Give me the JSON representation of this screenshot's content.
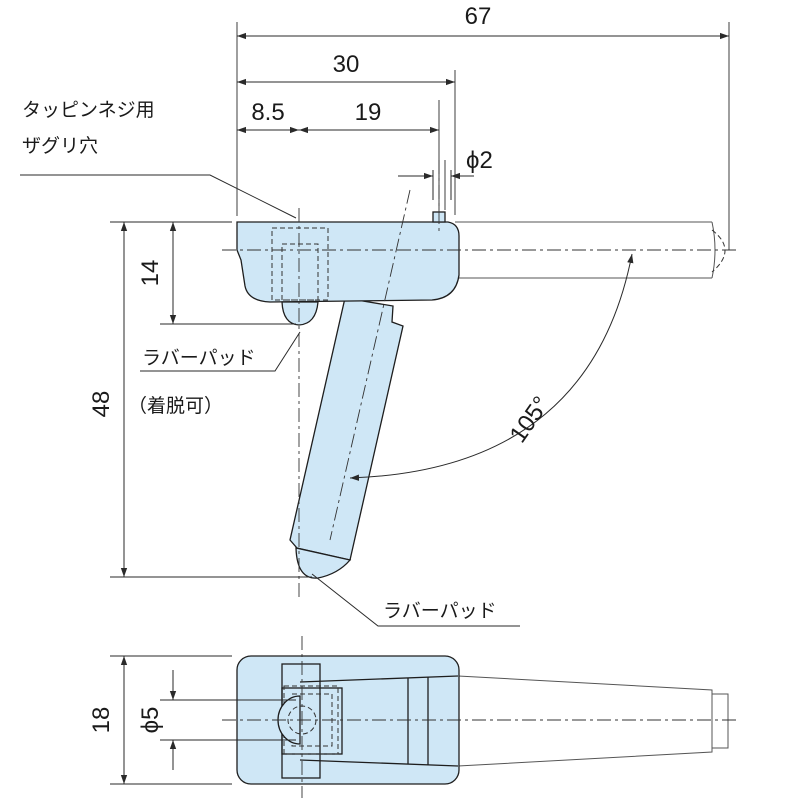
{
  "dimensions": {
    "overall_width": "67",
    "width_30": "30",
    "offset_8_5": "8.5",
    "offset_19": "19",
    "pin_diameter": "ϕ2",
    "head_height": "14",
    "overall_height": "48",
    "swing_angle": "105°",
    "bottom_height": "18",
    "bottom_diameter": "ϕ5"
  },
  "labels": {
    "tapping_screw_line1": "タッピンネジ用",
    "tapping_screw_line2": "ザグリ穴",
    "rubber_pad_upper": "ラバーパッド",
    "detachable": "（着脱可）",
    "rubber_pad_lower": "ラバーパッド"
  },
  "colors": {
    "part_fill": "#cfe7f6",
    "line": "#1e1e1e"
  }
}
